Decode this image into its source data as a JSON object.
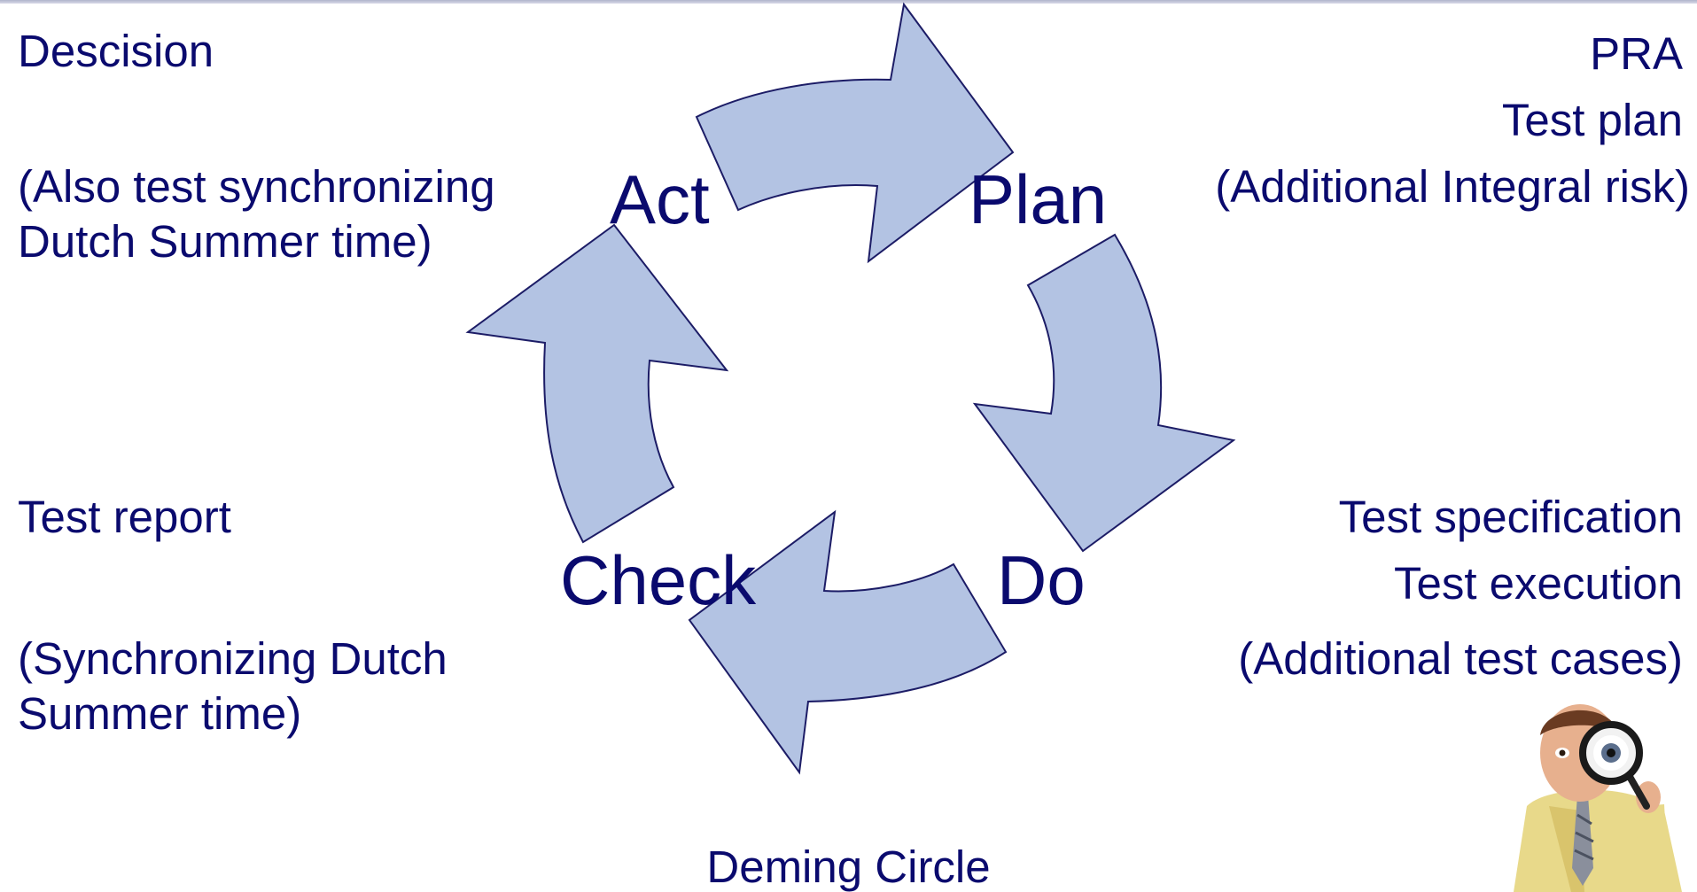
{
  "colors": {
    "text": "#0a0a6e",
    "arrow_fill": "#b3c3e3",
    "arrow_stroke": "#1c1c66"
  },
  "cycle": {
    "plan": {
      "label": "Plan",
      "notes": [
        "PRA",
        "Test plan",
        "(Additional Integral risk)"
      ]
    },
    "do": {
      "label": "Do",
      "notes": [
        "Test specification",
        "Test execution",
        "(Additional test cases)"
      ]
    },
    "check": {
      "label": "Check",
      "notes": [
        "Test report",
        "(Synchronizing Dutch",
        "Summer time)"
      ]
    },
    "act": {
      "label": "Act",
      "notes": [
        "Descision",
        "(Also test synchronizing",
        "Dutch Summer time)"
      ]
    }
  },
  "caption": "Deming Circle",
  "illustration": {
    "icon": "magnifying-glass-person-icon"
  }
}
